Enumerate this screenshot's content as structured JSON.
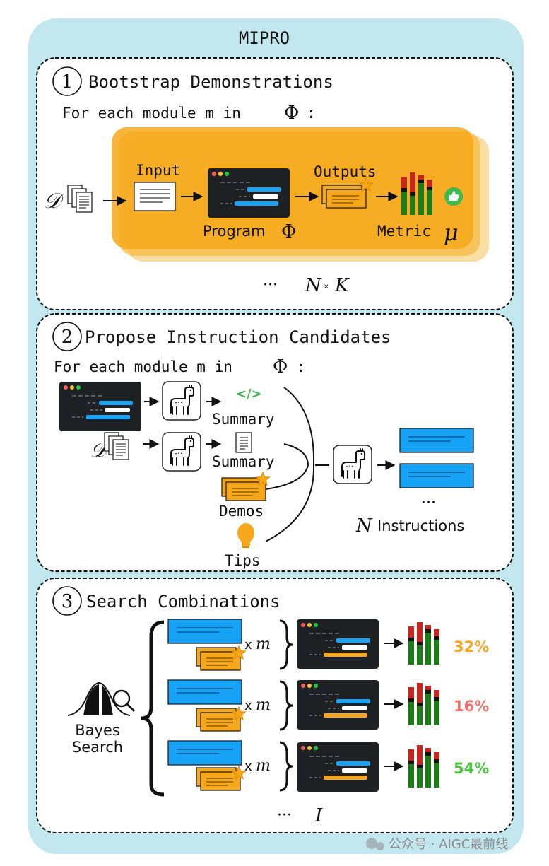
{
  "title": "MIPRO",
  "section1": {
    "number": "1",
    "title": "Bootstrap Demonstrations",
    "loop_prefix": "For each module m in",
    "loop_symbol": "Φ",
    "loop_colon": ":",
    "dataset_symbol": "𝒟",
    "input_label": "Input",
    "program_label": "Program",
    "program_symbol": "Φ",
    "outputs_label": "Outputs",
    "metric_label": "Metric",
    "metric_symbol": "μ",
    "ellipsis": "···",
    "repeat_n": "N",
    "repeat_x": "×",
    "repeat_k": "K"
  },
  "section2": {
    "number": "2",
    "title": "Propose Instruction Candidates",
    "loop_prefix": "For each module m in",
    "loop_symbol": "Φ",
    "loop_colon": ":",
    "dataset_symbol": "𝒟",
    "code_glyph": "</>",
    "summary1_label": "Summary",
    "summary2_label": "Summary",
    "demos_label": "Demos",
    "tips_label": "Tips",
    "ellipsis": "···",
    "instructions_n": "N",
    "instructions_label": "Instructions"
  },
  "section3": {
    "number": "3",
    "title": "Search Combinations",
    "bayes_line1": "Bayes",
    "bayes_line2": "Search",
    "times_label": "x",
    "times_symbol": "m",
    "ellipsis": "···",
    "iterations_symbol": "I",
    "results": [
      {
        "percent": "32%",
        "color": "#f5a623"
      },
      {
        "percent": "16%",
        "color": "#f0706a"
      },
      {
        "percent": "54%",
        "color": "#4cc43c"
      }
    ]
  },
  "watermark": "公众号 · AIGC最前线",
  "colors": {
    "outer_bg": "#c3e7ee",
    "orange": "#f6a81a",
    "blue": "#17a3f5",
    "code_bg": "#1e2124",
    "bar_green": "#1d7c17",
    "bar_red": "#c6261e",
    "thumb_green": "#3fb950"
  }
}
